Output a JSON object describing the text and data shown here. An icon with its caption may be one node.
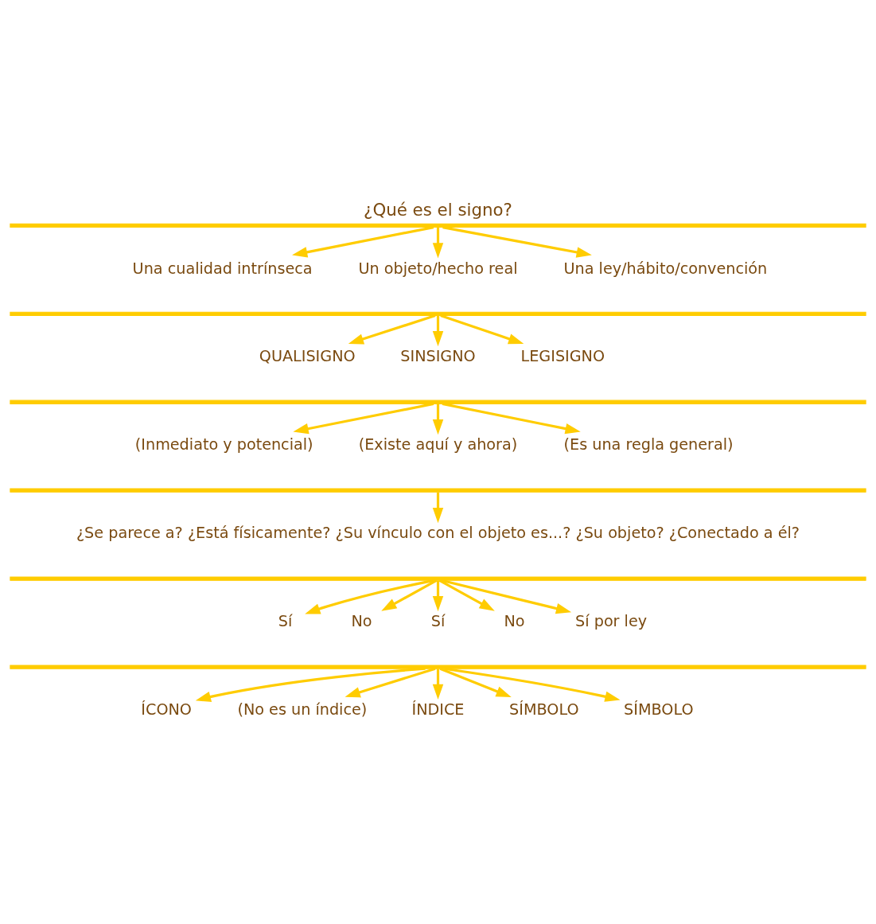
{
  "diagram": {
    "title": "¿Qué es el signo?",
    "nodes": [
      {
        "text": [],
        "shape": "bar"
      },
      {
        "text": [
          "Una cualidad intrínseca"
        ]
      },
      {
        "text": [
          "Un objeto/hecho real"
        ]
      },
      {
        "text": [
          "Una ley/hábito/convención"
        ]
      },
      {
        "text": [],
        "shape": "bar"
      },
      {
        "text": [
          "QUALISIGNO"
        ]
      },
      {
        "text": [
          "SINSIGNO"
        ]
      },
      {
        "text": [
          "LEGISIGNO"
        ]
      },
      {
        "text": [],
        "shape": "bar"
      },
      {
        "text": [
          "(Inmediato y potencial)"
        ]
      },
      {
        "text": [
          "(Existe aquí y ahora)"
        ]
      },
      {
        "text": [
          "(Es una regla general)"
        ]
      },
      {
        "text": [],
        "shape": "bar"
      },
      {
        "text": [
          "¿Se parece a? ¿Está físicamente? ¿Su vínculo con el objeto es...? ¿Su objeto? ¿Conectado a él?"
        ]
      },
      {
        "text": [],
        "shape": "bar"
      },
      {
        "text": [
          "Sí"
        ]
      },
      {
        "text": [
          "No"
        ]
      },
      {
        "text": [
          "Sí"
        ]
      },
      {
        "text": [
          "No"
        ]
      },
      {
        "text": [
          "Sí por ley"
        ]
      },
      {
        "text": [],
        "shape": "bar"
      },
      {
        "text": [
          "ÍCONO"
        ]
      },
      {
        "text": [
          "(No es un índice)"
        ]
      },
      {
        "text": [
          "ÍNDICE"
        ]
      },
      {
        "text": [
          "SÍMBOLO"
        ]
      },
      {
        "text": [
          "SÍMBOLO"
        ]
      }
    ],
    "edges": [
      {
        "from": 0,
        "to": 1,
        "arrow": "to"
      },
      {
        "from": 0,
        "to": 2,
        "arrow": "to"
      },
      {
        "from": 0,
        "to": 3,
        "arrow": "to"
      },
      {
        "from": 4,
        "to": 5,
        "arrow": "to"
      },
      {
        "from": 4,
        "to": 6,
        "arrow": "to"
      },
      {
        "from": 4,
        "to": 7,
        "arrow": "to"
      },
      {
        "from": 8,
        "to": 9,
        "arrow": "to"
      },
      {
        "from": 8,
        "to": 10,
        "arrow": "to"
      },
      {
        "from": 8,
        "to": 11,
        "arrow": "to"
      },
      {
        "from": 12,
        "to": 13,
        "arrow": "to"
      },
      {
        "from": 14,
        "to": 15,
        "arrow": "to"
      },
      {
        "from": 14,
        "to": 16,
        "arrow": "to"
      },
      {
        "from": 14,
        "to": 17,
        "arrow": "to"
      },
      {
        "from": 14,
        "to": 18,
        "arrow": "to"
      },
      {
        "from": 14,
        "to": 19,
        "arrow": "to"
      },
      {
        "from": 20,
        "to": 21,
        "arrow": "to"
      },
      {
        "from": 20,
        "to": 22,
        "arrow": "to"
      },
      {
        "from": 20,
        "to": 23,
        "arrow": "to"
      },
      {
        "from": 20,
        "to": 24,
        "arrow": "to"
      },
      {
        "from": 20,
        "to": 25,
        "arrow": "to"
      }
    ]
  }
}
